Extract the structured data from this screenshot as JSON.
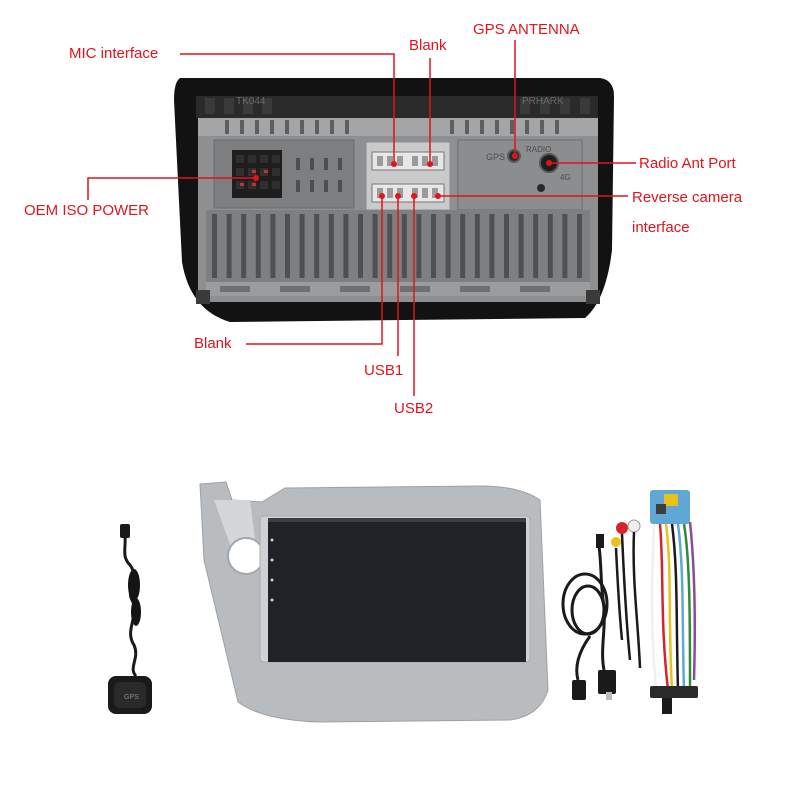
{
  "diagram": {
    "connector_labels": {
      "mic_interface": "MIC interface",
      "blank_top": "Blank",
      "gps_antenna": "GPS ANTENNA",
      "radio_ant_port": "Radio Ant Port",
      "oem_iso_power": "OEM ISO POWER",
      "reverse_camera_line1": "Reverse camera",
      "reverse_camera_line2": "interface",
      "blank_bottom": "Blank",
      "usb1": "USB1",
      "usb2": "USB2"
    },
    "unit_engravings": {
      "left": "TK044",
      "right": "PRHARK"
    },
    "panel_markings": {
      "gps": "GPS",
      "radio": "RADIO",
      "socket": "4G"
    },
    "label_color": "#e0141a"
  },
  "package_contents": {
    "items": [
      "gps-antenna-module",
      "radio-unit-with-fascia",
      "usb-cable",
      "wiring-harness"
    ],
    "colors": {
      "fascia": "#b9bcbf",
      "screen": "#1f2328",
      "cable": "#1a1a1a",
      "connector_blue": "#5fa8d6",
      "connector_yellow": "#e8c21a",
      "rca_red": "#d4242a",
      "rca_white": "#efefef"
    }
  }
}
